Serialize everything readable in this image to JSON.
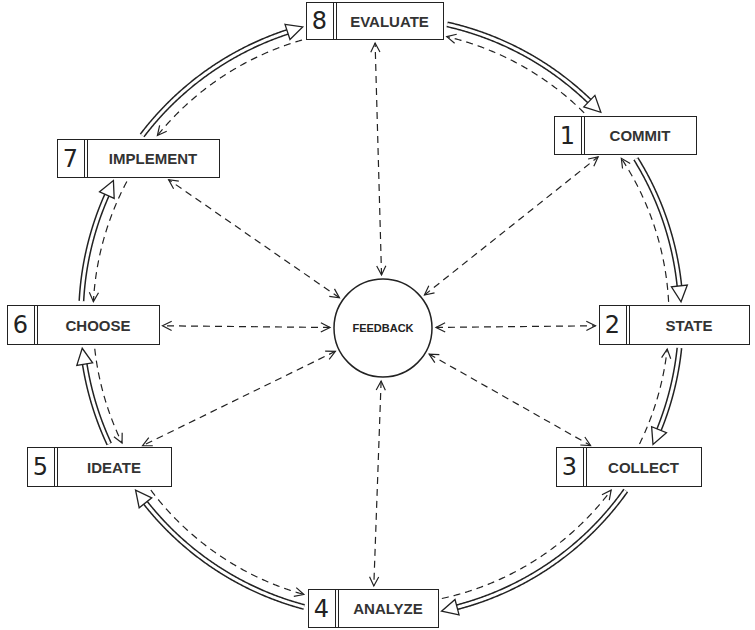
{
  "diagram": {
    "nodes": [
      {
        "text": [
          "1",
          "COMMIT"
        ]
      },
      {
        "text": [
          "2",
          "STATE"
        ]
      },
      {
        "text": [
          "3",
          "COLLECT"
        ]
      },
      {
        "text": [
          "4",
          "ANALYZE"
        ]
      },
      {
        "text": [
          "5",
          "IDEATE"
        ]
      },
      {
        "text": [
          "6",
          "CHOOSE"
        ]
      },
      {
        "text": [
          "7",
          "IMPLEMENT"
        ]
      },
      {
        "text": [
          "8",
          "EVALUATE"
        ]
      },
      {
        "text": [
          "FEEDBACK"
        ]
      }
    ],
    "edges": [
      {
        "from": 0,
        "to": 1,
        "arrow": "to"
      },
      {
        "from": 1,
        "to": 2,
        "arrow": "to"
      },
      {
        "from": 2,
        "to": 3,
        "arrow": "to"
      },
      {
        "from": 3,
        "to": 4,
        "arrow": "to"
      },
      {
        "from": 4,
        "to": 5,
        "arrow": "to"
      },
      {
        "from": 5,
        "to": 6,
        "arrow": "to"
      },
      {
        "from": 6,
        "to": 7,
        "arrow": "to"
      },
      {
        "from": 7,
        "to": 0,
        "arrow": "to"
      },
      {
        "from": 1,
        "to": 0,
        "arrow": "to"
      },
      {
        "from": 2,
        "to": 1,
        "arrow": "to"
      },
      {
        "from": 3,
        "to": 2,
        "arrow": "to"
      },
      {
        "from": 4,
        "to": 3,
        "arrow": "to"
      },
      {
        "from": 5,
        "to": 4,
        "arrow": "to"
      },
      {
        "from": 6,
        "to": 5,
        "arrow": "to"
      },
      {
        "from": 7,
        "to": 6,
        "arrow": "to"
      },
      {
        "from": 0,
        "to": 7,
        "arrow": "to"
      },
      {
        "from": 8,
        "to": 0,
        "arrow": "both"
      },
      {
        "from": 8,
        "to": 1,
        "arrow": "both"
      },
      {
        "from": 8,
        "to": 2,
        "arrow": "both"
      },
      {
        "from": 8,
        "to": 3,
        "arrow": "both"
      },
      {
        "from": 8,
        "to": 4,
        "arrow": "both"
      },
      {
        "from": 8,
        "to": 5,
        "arrow": "both"
      },
      {
        "from": 8,
        "to": 6,
        "arrow": "both"
      },
      {
        "from": 8,
        "to": 7,
        "arrow": "both"
      }
    ]
  }
}
